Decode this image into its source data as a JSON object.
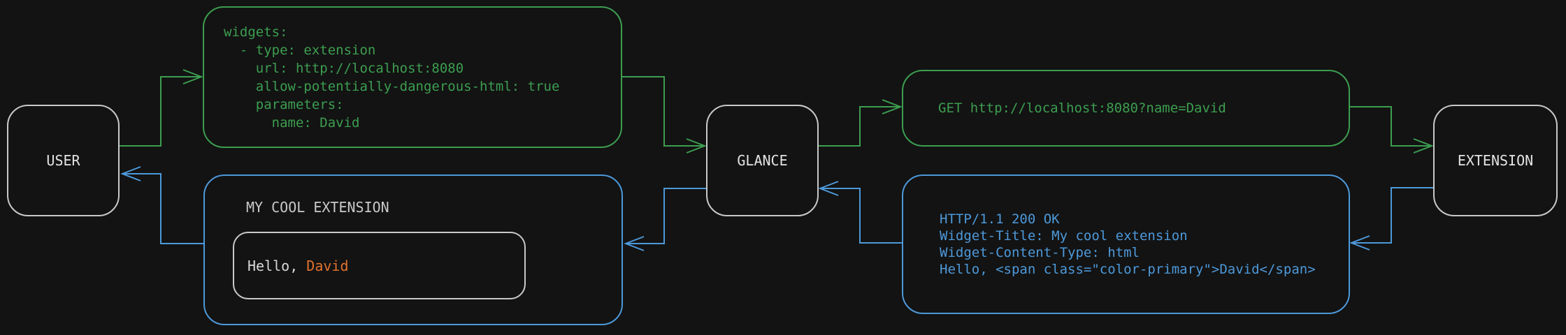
{
  "colors": {
    "background": "#131313",
    "request_green": "#3c9e50",
    "response_blue": "#4d99da",
    "node_border_gray": "#c9c9c9",
    "node_text": "#e4e4e4",
    "highlight_orange": "#e0722d"
  },
  "nodes": {
    "user": {
      "label": "USER"
    },
    "glance": {
      "label": "GLANCE"
    },
    "extension": {
      "label": "EXTENSION"
    }
  },
  "config_box": {
    "lines": [
      "widgets:",
      "  - type: extension",
      "    url: http://localhost:8080",
      "    allow-potentially-dangerous-html: true",
      "    parameters:",
      "      name: David"
    ]
  },
  "request_box": {
    "text": "GET http://localhost:8080?name=David"
  },
  "response_box": {
    "lines": [
      "HTTP/1.1 200 OK",
      "Widget-Title: My cool extension",
      "Widget-Content-Type: html",
      "",
      "Hello, <span class=\"color-primary\">David</span>"
    ]
  },
  "widget_box": {
    "title": "MY COOL EXTENSION",
    "greeting_prefix": "Hello, ",
    "greeting_name": "David"
  }
}
